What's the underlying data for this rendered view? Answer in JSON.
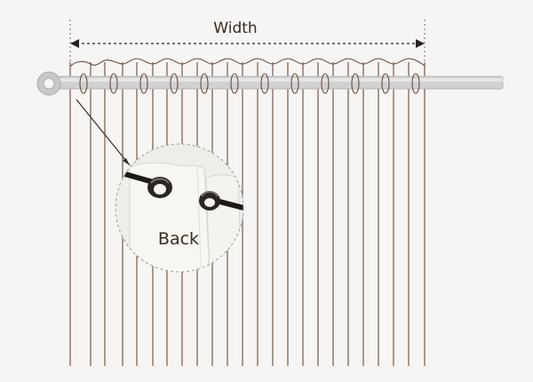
{
  "labels": {
    "width": "Width",
    "detail": "Back"
  },
  "colors": {
    "background": "#f6f5f3",
    "curtain_line": "#6b4a3c",
    "rod": "#c9c9c9",
    "rod_outline": "#b5b5b5",
    "dimension_line": "#2a211c",
    "grommet_outer": "#2b2523",
    "callout_fill": "#f1efea"
  },
  "icons": [
    "curtain-rod",
    "grommet-ring",
    "magnifier-callout"
  ]
}
